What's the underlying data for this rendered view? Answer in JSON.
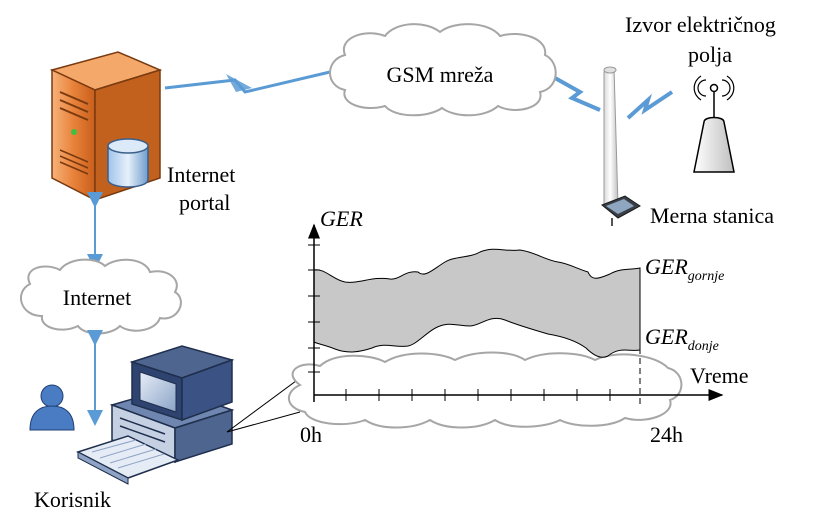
{
  "labels": {
    "gsm": "GSM mreža",
    "source_line1": "Izvor električnog",
    "source_line2": "polja",
    "portal_line1": "Internet",
    "portal_line2": "portal",
    "station": "Merna stanica",
    "internet": "Internet",
    "user": "Korisnik"
  },
  "chart": {
    "y_axis_label": "GER",
    "upper_label_main": "GER",
    "upper_label_sub": "gornje",
    "lower_label_main": "GER",
    "lower_label_sub": "donje",
    "x_axis_label": "Vreme",
    "tick_start": "0h",
    "tick_end": "24h"
  },
  "colors": {
    "link": "#5b9bd5",
    "band_fill": "#c8c8c8",
    "server_orange": "#e8823a",
    "cloud_stroke": "#a6a6a6"
  },
  "icons": [
    "server-icon",
    "database-icon",
    "cloud-icon",
    "antenna-icon",
    "measuring-pole-icon",
    "computer-icon",
    "keyboard-icon",
    "user-icon",
    "lightning-link-icon"
  ]
}
